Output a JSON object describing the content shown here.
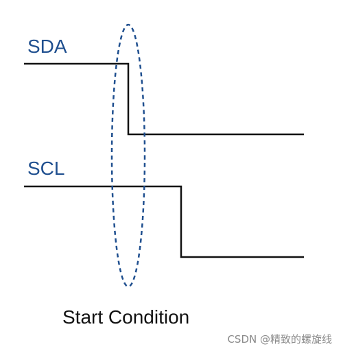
{
  "diagram": {
    "signals": [
      {
        "name": "SDA",
        "label_color": "#1f4f8f"
      },
      {
        "name": "SCL",
        "label_color": "#1f4f8f"
      }
    ],
    "caption": "Start Condition",
    "watermark": "CSDN @精致的螺旋线",
    "colors": {
      "line": "#111111",
      "marker": "#1f4f8f",
      "watermark": "#8a8a8a"
    }
  }
}
